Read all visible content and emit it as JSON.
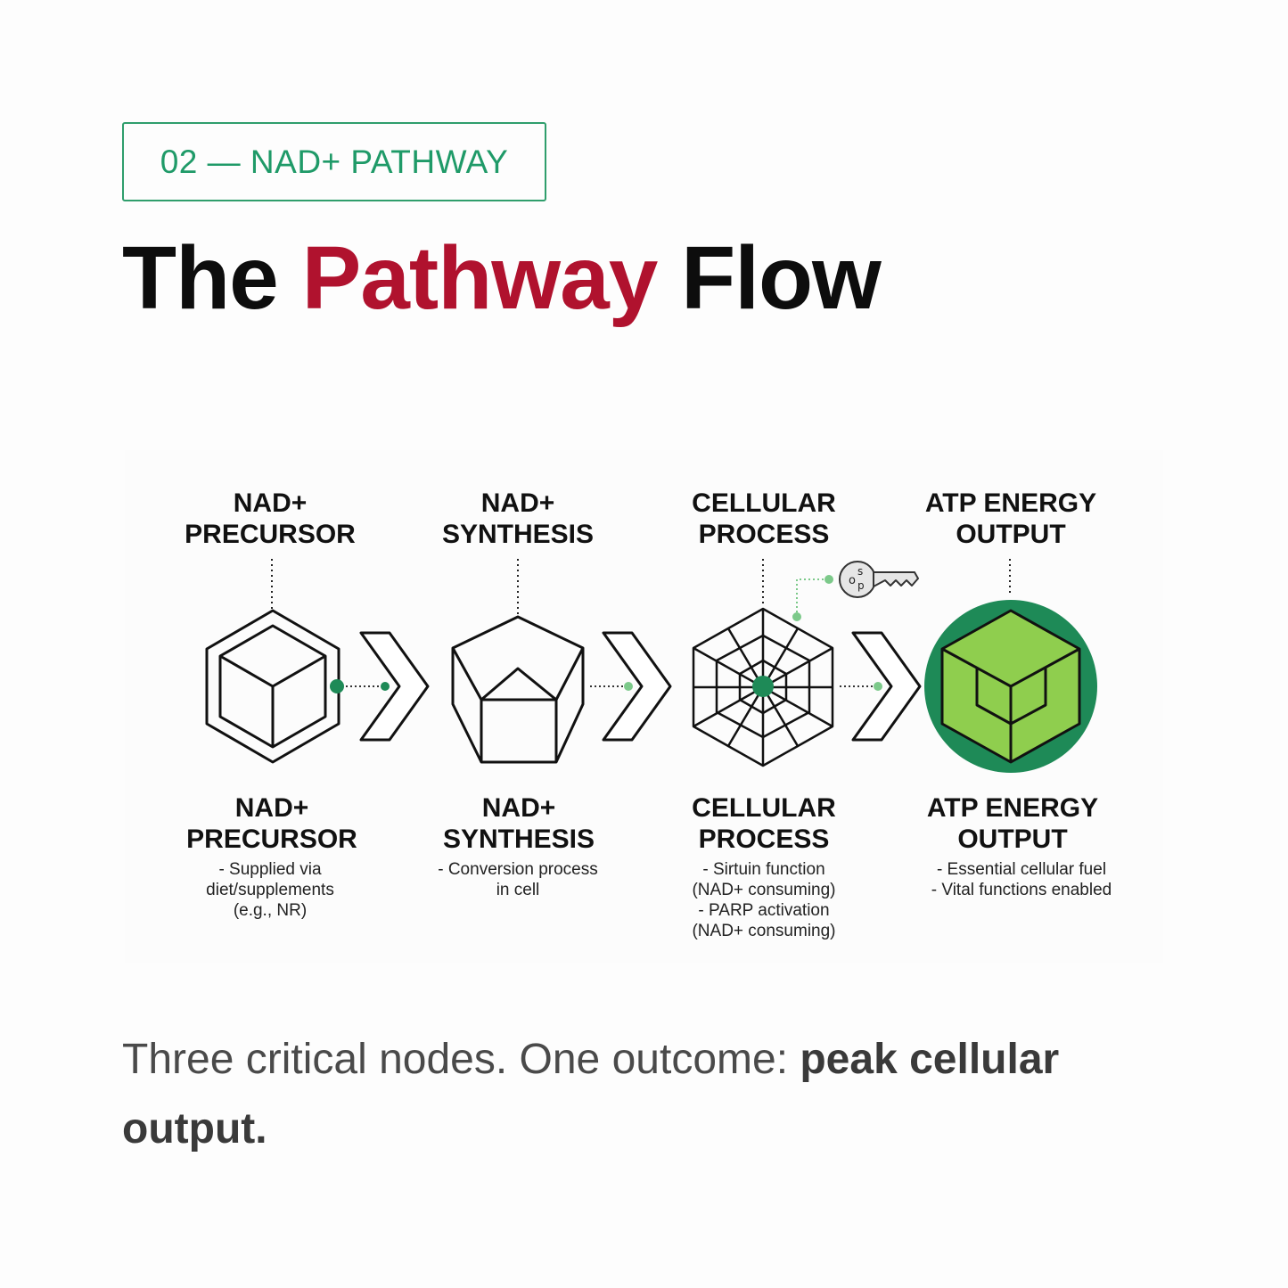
{
  "tag": "02 — NAD+ PATHWAY",
  "title": {
    "part1": "The",
    "accent": "Pathway",
    "part2": "Flow"
  },
  "colors": {
    "accent_red": "#b0122e",
    "brand_green": "#1f9a68",
    "dark_green": "#1e8a57",
    "lime": "#8fce4e"
  },
  "nodes": [
    {
      "top_label": "NAD+\nPRECURSOR",
      "bottom_label": "NAD+\nPRECURSOR",
      "description": "- Supplied via\ndiet/supplements\n(e.g., NR)",
      "icon": "nested-hexagon-cube-icon"
    },
    {
      "top_label": "NAD+\nSYNTHESIS",
      "bottom_label": "NAD+\nSYNTHESIS",
      "description": "- Conversion process\nin cell",
      "icon": "pentagon-prism-icon"
    },
    {
      "top_label": "CELLULAR\nPROCESS",
      "bottom_label": "CELLULAR\nPROCESS",
      "description": "- Sirtuin function\n(NAD+ consuming)\n- PARP activation\n(NAD+ consuming)",
      "icon": "geodesic-hexagon-icon"
    },
    {
      "top_label": "ATP ENERGY\nOUTPUT",
      "bottom_label": "ATP ENERGY\nOUTPUT",
      "description": "- Essential cellular fuel\n- Vital functions enabled",
      "icon": "green-cube-circle-icon"
    }
  ],
  "key_icon": {
    "letters": [
      "o",
      "s",
      "p"
    ],
    "icon": "key-icon"
  },
  "caption": {
    "normal": "Three critical nodes. One outcome: ",
    "bold": "peak cellular output."
  }
}
